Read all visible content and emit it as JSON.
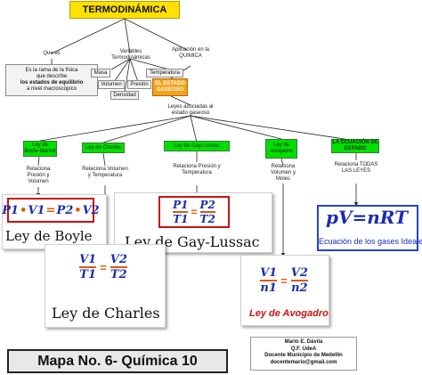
{
  "title": "TERMODINÁMICA",
  "branches": {
    "que_es": "Que es",
    "variables": "Variables Termodinámicas",
    "aplicacion": "Aplicación en la QUIMICA"
  },
  "definition": {
    "line1": "Es la rama de la física",
    "line2": "que describe",
    "line3": "los estados de equilibrio",
    "line4": "a nivel macroscópico"
  },
  "variables": [
    "Masa",
    "Volumen",
    "Presión",
    "Densidad",
    "Temperatura"
  ],
  "estado_gaseoso": "EL ESTADO GASEOSO",
  "leyes_asociadas": "Leyes asociadas al estado gaseoso",
  "laws": {
    "boyle": "Ley de Boyle-Mariott",
    "charles": "Ley de Charles",
    "gaylussac": "Ley de Gay-Lussac",
    "avogadro": "Ley de Avogadro",
    "estado": "LA ECUACIÓN DE ESTADO"
  },
  "relations": {
    "boyle": "Relaciona Presión y Volumen",
    "charles": "Relaciona Volumen y Temperatura",
    "gaylussac": "Relaciona Presión y Temperatura",
    "avogadro": "Relaciona Volumen y Moles",
    "estado": "Relaciona TODAS LAS LEYES"
  },
  "equations": {
    "boyle": {
      "p1": "P1",
      "v1": "V1",
      "p2": "P2",
      "v2": "V2",
      "caption": "Ley de Boyle"
    },
    "gaylussac": {
      "n1": "P1",
      "d1": "T1",
      "n2": "P2",
      "d2": "T2",
      "caption": "Ley de Gay-Lussac"
    },
    "charles": {
      "n1": "V1",
      "d1": "T1",
      "n2": "V2",
      "d2": "T2",
      "caption": "Ley de Charles"
    },
    "avogadro": {
      "n1": "V1",
      "d1": "n1",
      "n2": "V2",
      "d2": "n2",
      "caption": "Ley de Avogadro"
    },
    "estado": {
      "formula": "pV=nRT",
      "caption": "Ecuación de los gases Ideales"
    }
  },
  "footer": "Mapa No. 6- Química 10",
  "credits": [
    "Mario E. Dávila",
    "Q.F. UdeA",
    "Docente Municipio de Medellín",
    "docentemario@gmail.com"
  ],
  "colors": {
    "title": "#ffe000",
    "law_box": "#00e000",
    "estado_gaseoso": "#f5a21a",
    "eq_blue": "#1a2eb0",
    "eq_orange": "#e05a00",
    "border_red": "#cc1111",
    "border_blue": "#2244cc"
  }
}
